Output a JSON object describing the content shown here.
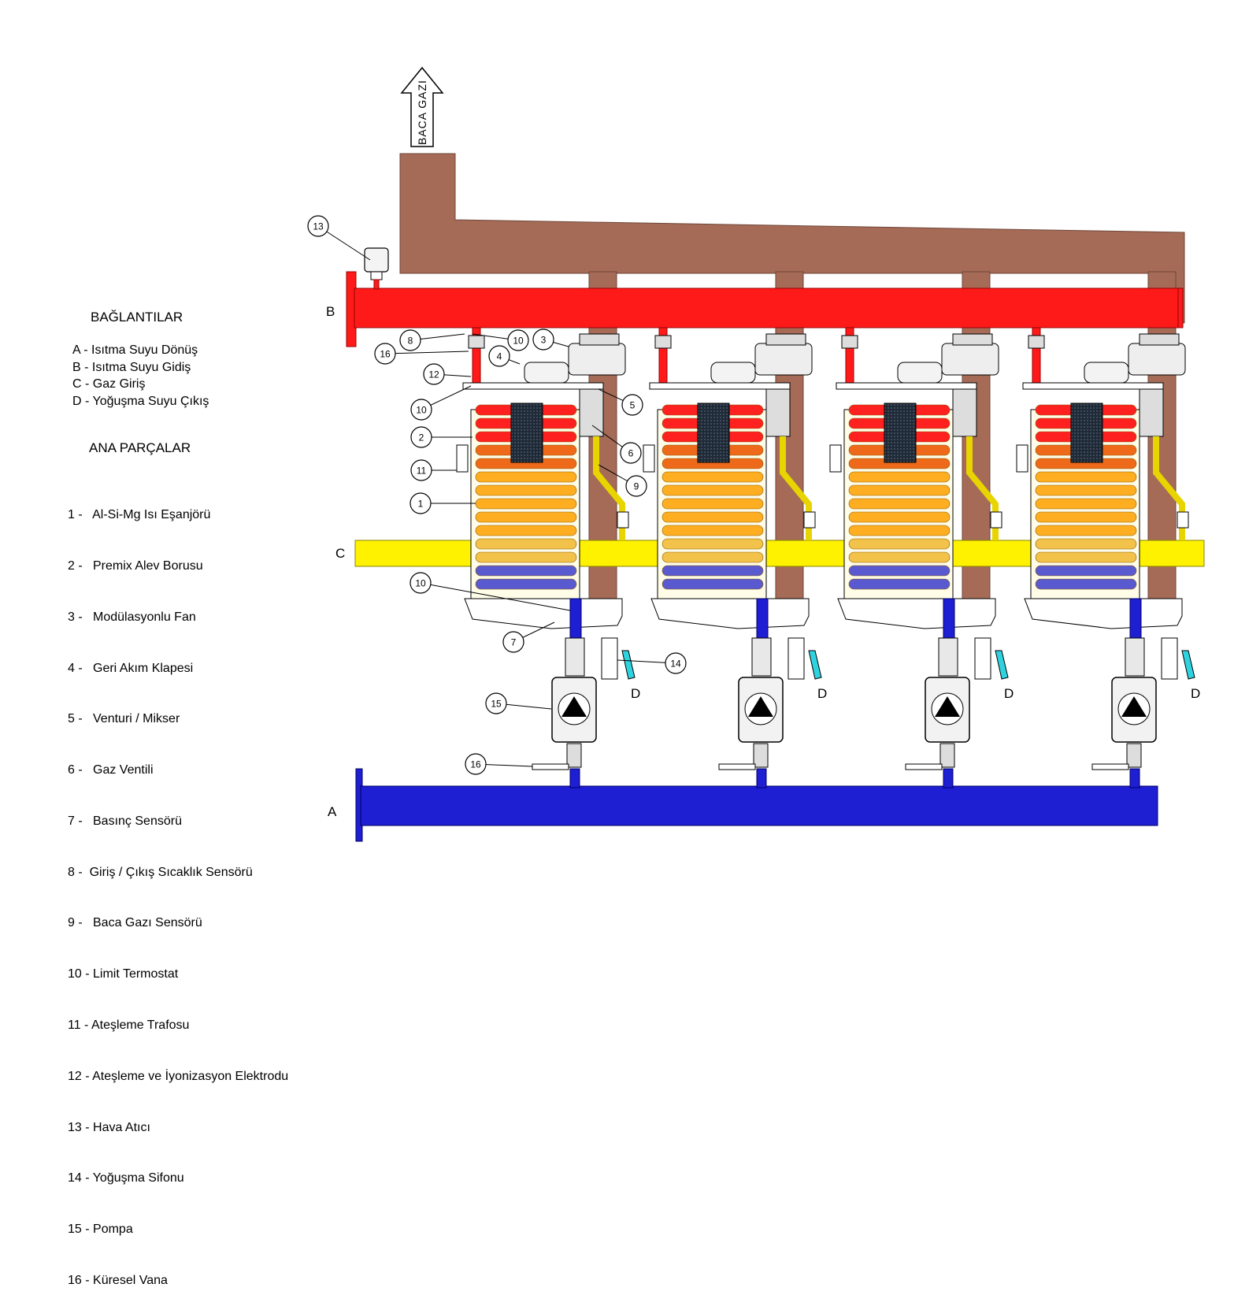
{
  "exhaust_label": "BACA GAZI",
  "pipe_labels": {
    "A": "A",
    "B": "B",
    "C": "C",
    "D": "D"
  },
  "legend": {
    "connections_title": "BAĞLANTILAR",
    "connections": [
      "A - Isıtma Suyu Dönüş",
      "B - Isıtma Suyu Gidiş",
      "C - Gaz Giriş",
      "D - Yoğuşma Suyu Çıkış"
    ],
    "parts_title": "ANA PARÇALAR",
    "parts": [
      "1 -   Al-Si-Mg Isı Eşanjörü",
      "2 -   Premix Alev Borusu",
      "3 -   Modülasyonlu Fan",
      "4 -   Geri Akım Klapesi",
      "5 -   Venturi / Mikser",
      "6 -   Gaz Ventili",
      "7 -   Basınç Sensörü",
      "8 -  Giriş / Çıkış Sıcaklık Sensörü",
      "9 -   Baca Gazı Sensörü",
      "10 - Limit Termostat",
      "11 - Ateşleme Trafosu",
      "12 - Ateşleme ve İyonizasyon Elektrodu",
      "13 - Hava Atıcı",
      "14 - Yoğuşma Sifonu",
      "15 - Pompa",
      "16 - Küresel Vana"
    ]
  },
  "callouts": [
    "13",
    "8",
    "10",
    "3",
    "16",
    "4",
    "12",
    "10",
    "5",
    "2",
    "6",
    "11",
    "9",
    "1",
    "10",
    "7",
    "14",
    "15",
    "16"
  ],
  "colors": {
    "flue": "#A56B56",
    "supply": "#FF1A1A",
    "return": "#1E1ED2",
    "gas": "#FFF200",
    "condensate": "#2FD3E0",
    "burner": "#1F2A36"
  }
}
